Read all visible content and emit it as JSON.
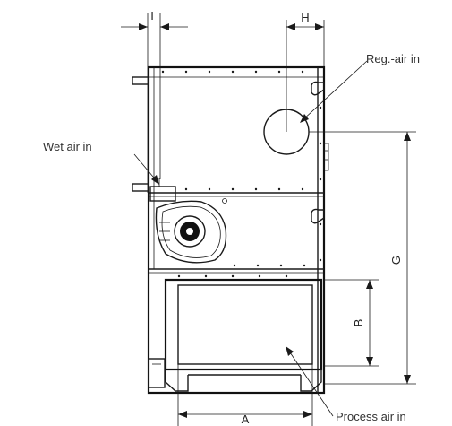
{
  "labels": {
    "reg_air_in": "Reg.-air in",
    "wet_air_in": "Wet air in",
    "process_air_in": "Process air in"
  },
  "dimensions": {
    "a": "A",
    "b": "B",
    "g": "G",
    "h": "H",
    "i": "I"
  },
  "colors": {
    "line": "#1a1a1a",
    "text": "#333333",
    "background": "#ffffff"
  }
}
